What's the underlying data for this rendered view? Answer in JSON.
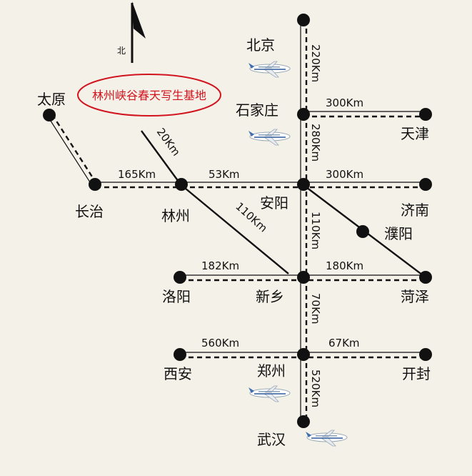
{
  "title": "林州峡谷春天写生基地",
  "north": "北",
  "colors": {
    "background": "#f4f1e8",
    "line": "#111111",
    "title_border": "#d2141e",
    "title_text": "#d2141e"
  },
  "cities": {
    "beijing": "北京",
    "shijiazhuang": "石家庄",
    "tianjin": "天津",
    "taiyuan": "太原",
    "changzhi": "长治",
    "linzhou": "林州",
    "anyang": "安阳",
    "jinan": "济南",
    "puyang": "濮阳",
    "luoyang": "洛阳",
    "xinxiang": "新乡",
    "heze": "菏泽",
    "xian": "西安",
    "zhengzhou": "郑州",
    "kaifeng": "开封",
    "wuhan": "武汉"
  },
  "routes": {
    "beijing_shijiazhuang": "220Km",
    "shijiazhuang_tianjin": "300Km",
    "shijiazhuang_anyang": "280Km",
    "anyang_jinan": "300Km",
    "changzhi_linzhou": "165Km",
    "linzhou_anyang": "53Km",
    "linzhou_xinxiang": "110Km",
    "anyang_xinxiang": "110Km",
    "luoyang_xinxiang": "182Km",
    "xinxiang_heze": "180Km",
    "xinxiang_zhengzhou": "70Km",
    "xian_zhengzhou": "560Km",
    "zhengzhou_kaifeng": "67Km",
    "zhengzhou_wuhan": "520Km",
    "scenic_linzhou": "20Km"
  }
}
